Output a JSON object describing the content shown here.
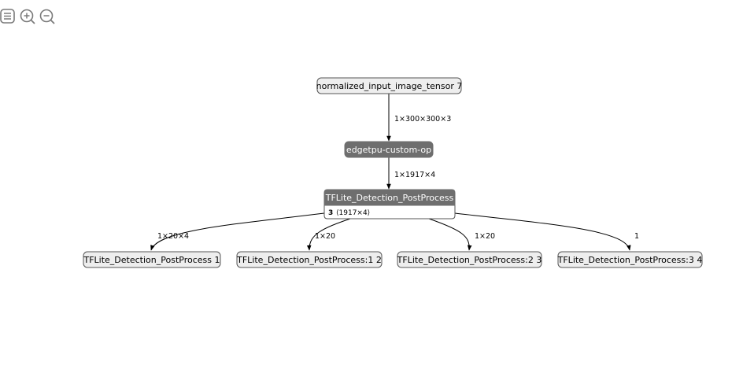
{
  "toolbar": {
    "items": [
      {
        "icon": "menu-icon"
      },
      {
        "icon": "zoom-in-icon"
      },
      {
        "icon": "zoom-out-icon"
      }
    ],
    "icon_color": "#7a7a7a"
  },
  "graph": {
    "nodes": {
      "input": {
        "label": "normalized_input_image_tensor 7"
      },
      "edgetpu": {
        "label": "edgetpu-custom-op"
      },
      "postprocess": {
        "label": "TFLite_Detection_PostProcess",
        "attr_name": "3",
        "attr_value": "⟨1917×4⟩"
      },
      "out1": {
        "label": "TFLite_Detection_PostProcess 1"
      },
      "out2": {
        "label": "TFLite_Detection_PostProcess:1 2"
      },
      "out3": {
        "label": "TFLite_Detection_PostProcess:2 3"
      },
      "out4": {
        "label": "TFLite_Detection_PostProcess:3 4"
      }
    },
    "edges": {
      "e1": {
        "label": "1×300×300×3"
      },
      "e2": {
        "label": "1×1917×4"
      },
      "e3": {
        "label": "1×20×4"
      },
      "e4": {
        "label": "1×20"
      },
      "e5": {
        "label": "1×20"
      },
      "e6": {
        "label": "1"
      }
    },
    "colors": {
      "input_fill": "#eeeeee",
      "op_fill": "#6e6e6e",
      "stroke": "#555555"
    }
  }
}
